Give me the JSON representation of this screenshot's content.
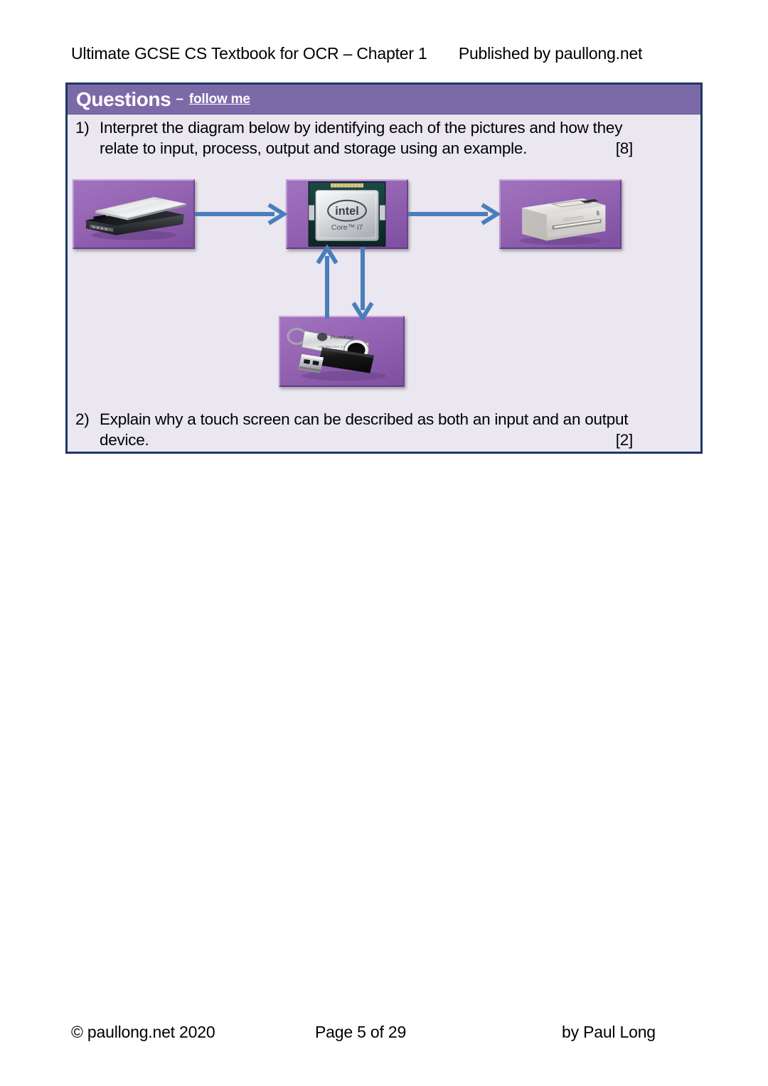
{
  "page": {
    "header": {
      "left": "Ultimate GCSE CS Textbook for OCR – Chapter 1",
      "right": "Published by paullong.net"
    },
    "footer": {
      "left": "© paullong.net 2020",
      "center": "Page 5 of 29",
      "right": "by Paul Long"
    }
  },
  "questions_box": {
    "title": "Questions",
    "dash": "–",
    "subtitle": "follow me",
    "colors": {
      "border": "#1F3864",
      "header_bg": "#7C6AA8",
      "body_bg": "#EAE7F0",
      "header_text": "#FFFFFF",
      "tile_purple": "#9464B3",
      "arrow_blue": "#4A7EBB"
    },
    "items": [
      {
        "number": "1)",
        "text": "Interpret the diagram below by identifying each of the pictures and how they relate to input, process, output and storage using an example.",
        "marks": "[8]"
      },
      {
        "number": "2)",
        "text": "Explain why a touch screen can be described as both an input and an output device.",
        "marks": "[2]"
      }
    ]
  },
  "diagram": {
    "tiles": [
      {
        "id": "scanner",
        "icon": "flatbed-scanner-image",
        "role": "input"
      },
      {
        "id": "cpu",
        "icon": "intel-core-i7-cpu-image",
        "role": "process",
        "chip_brand": "intel",
        "chip_model": "Core™ i7"
      },
      {
        "id": "printer",
        "icon": "laser-printer-image",
        "role": "output"
      },
      {
        "id": "usb",
        "icon": "usb-flash-drive-image",
        "role": "storage"
      }
    ],
    "arrows": [
      {
        "id": "scanner-cpu",
        "from": "scanner",
        "to": "cpu",
        "direction": "right"
      },
      {
        "id": "cpu-printer",
        "from": "cpu",
        "to": "printer",
        "direction": "right"
      },
      {
        "id": "usb-cpu",
        "from": "usb",
        "to": "cpu",
        "direction": "up"
      },
      {
        "id": "cpu-usb",
        "from": "cpu",
        "to": "usb",
        "direction": "down"
      }
    ]
  }
}
